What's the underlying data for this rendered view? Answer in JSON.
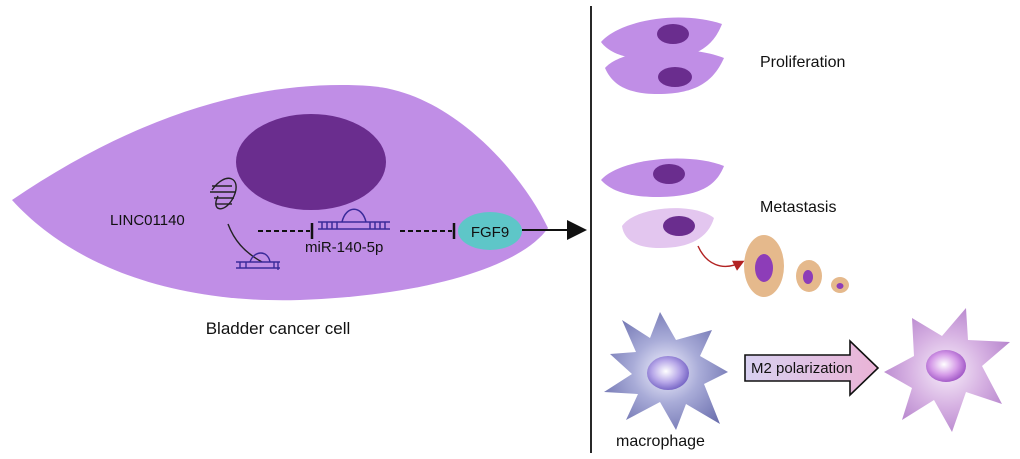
{
  "left_panel": {
    "cell_label": "Bladder cancer cell",
    "lncrna_label": "LINC01140",
    "mirna_label": "miR-140-5p",
    "target_label": "FGF9"
  },
  "right_panel": {
    "proliferation_label": "Proliferation",
    "metastasis_label": "Metastasis",
    "polarization_label": "M2 polarization",
    "macrophage_label": "macrophage"
  },
  "colors": {
    "cell_body": "#c08ee6",
    "nucleus": "#6a2d8e",
    "fgf9_fill": "#5ec6c8",
    "rna_strand": "#3a2a9a",
    "metastatic_cell": "#e5b98c",
    "metastasis_arrow": "#b22222",
    "light_cell": "#e3c6ef",
    "macrophage_m0": "#8a8ec4",
    "macrophage_m2": "#c697d8",
    "polarization_arrow_fill": "#e6b6dc"
  },
  "icons": [
    "dna-strand-icon",
    "rna-hairpin-icon",
    "inhibition-bar-icon",
    "arrow-right-icon"
  ]
}
